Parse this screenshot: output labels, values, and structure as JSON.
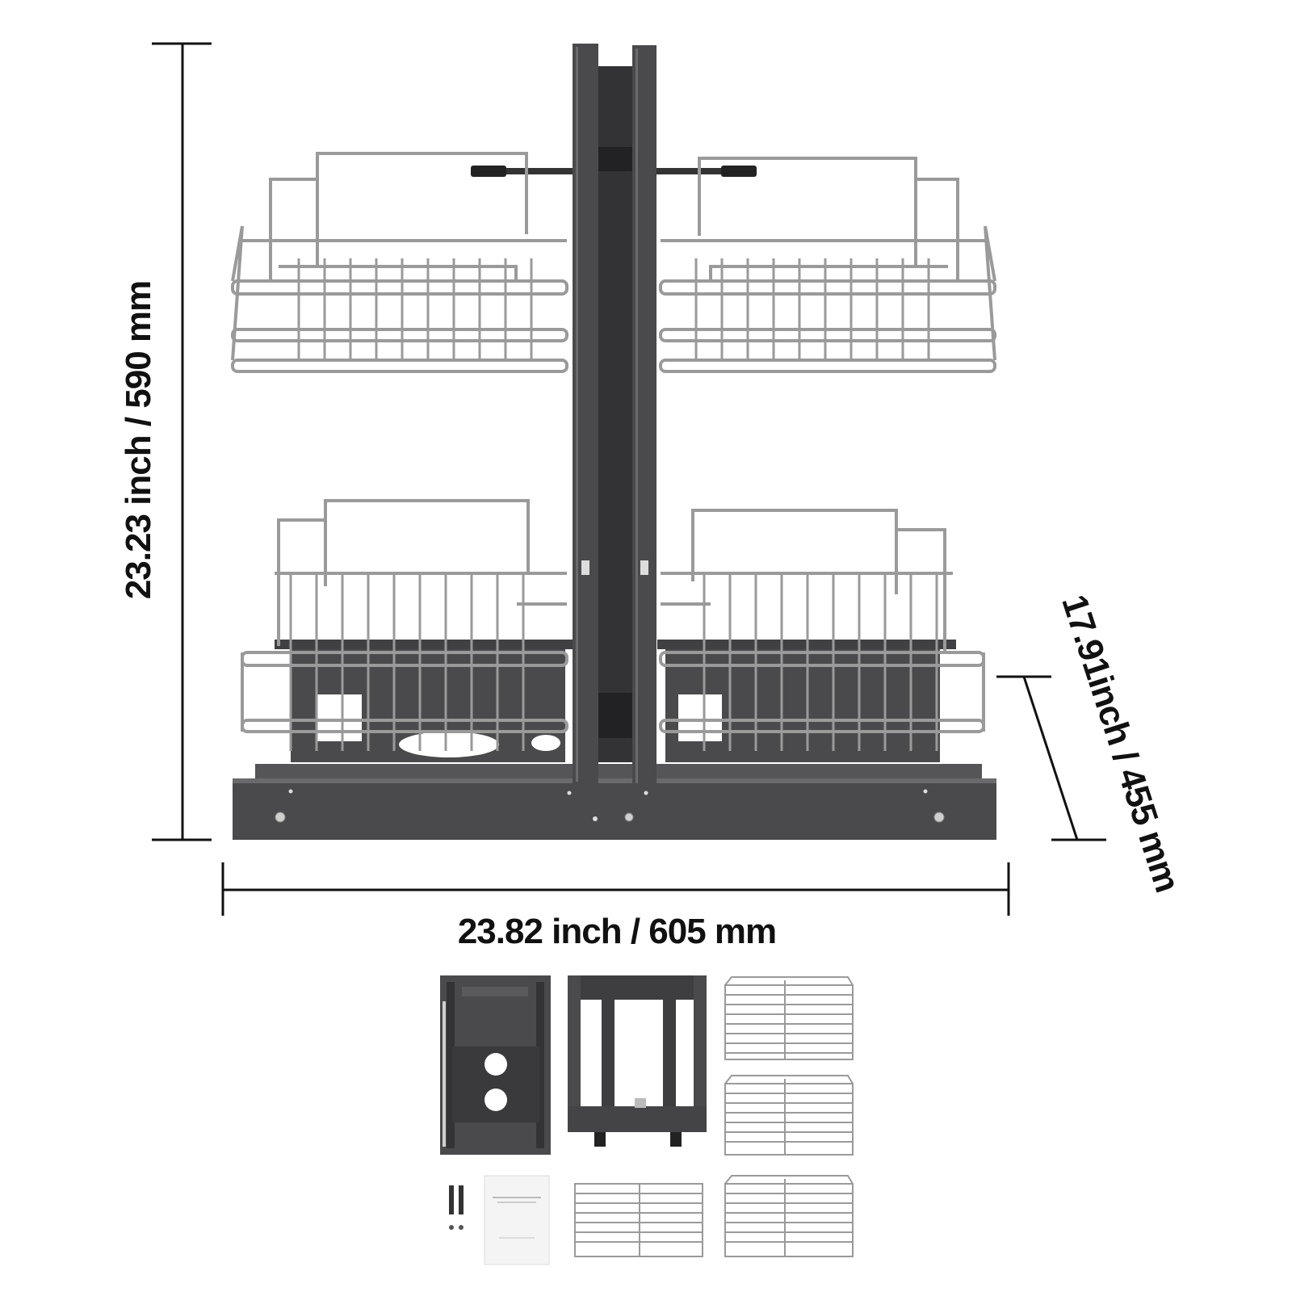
{
  "dimensions": {
    "height_label": "23.23 inch / 590 mm",
    "width_label": "23.82 inch / 605 mm",
    "depth_label": "17.91inch / 455 mm"
  },
  "colors": {
    "frame": "#4a4a4c",
    "frame_dark": "#333335",
    "wire": "#9a9a9a",
    "dimension_line": "#111111",
    "background": "#ffffff"
  },
  "components": [
    "base-frame",
    "upright-frame",
    "wire-basket",
    "wire-basket",
    "wire-basket",
    "wire-basket",
    "mounting-hardware",
    "instruction-manual"
  ]
}
